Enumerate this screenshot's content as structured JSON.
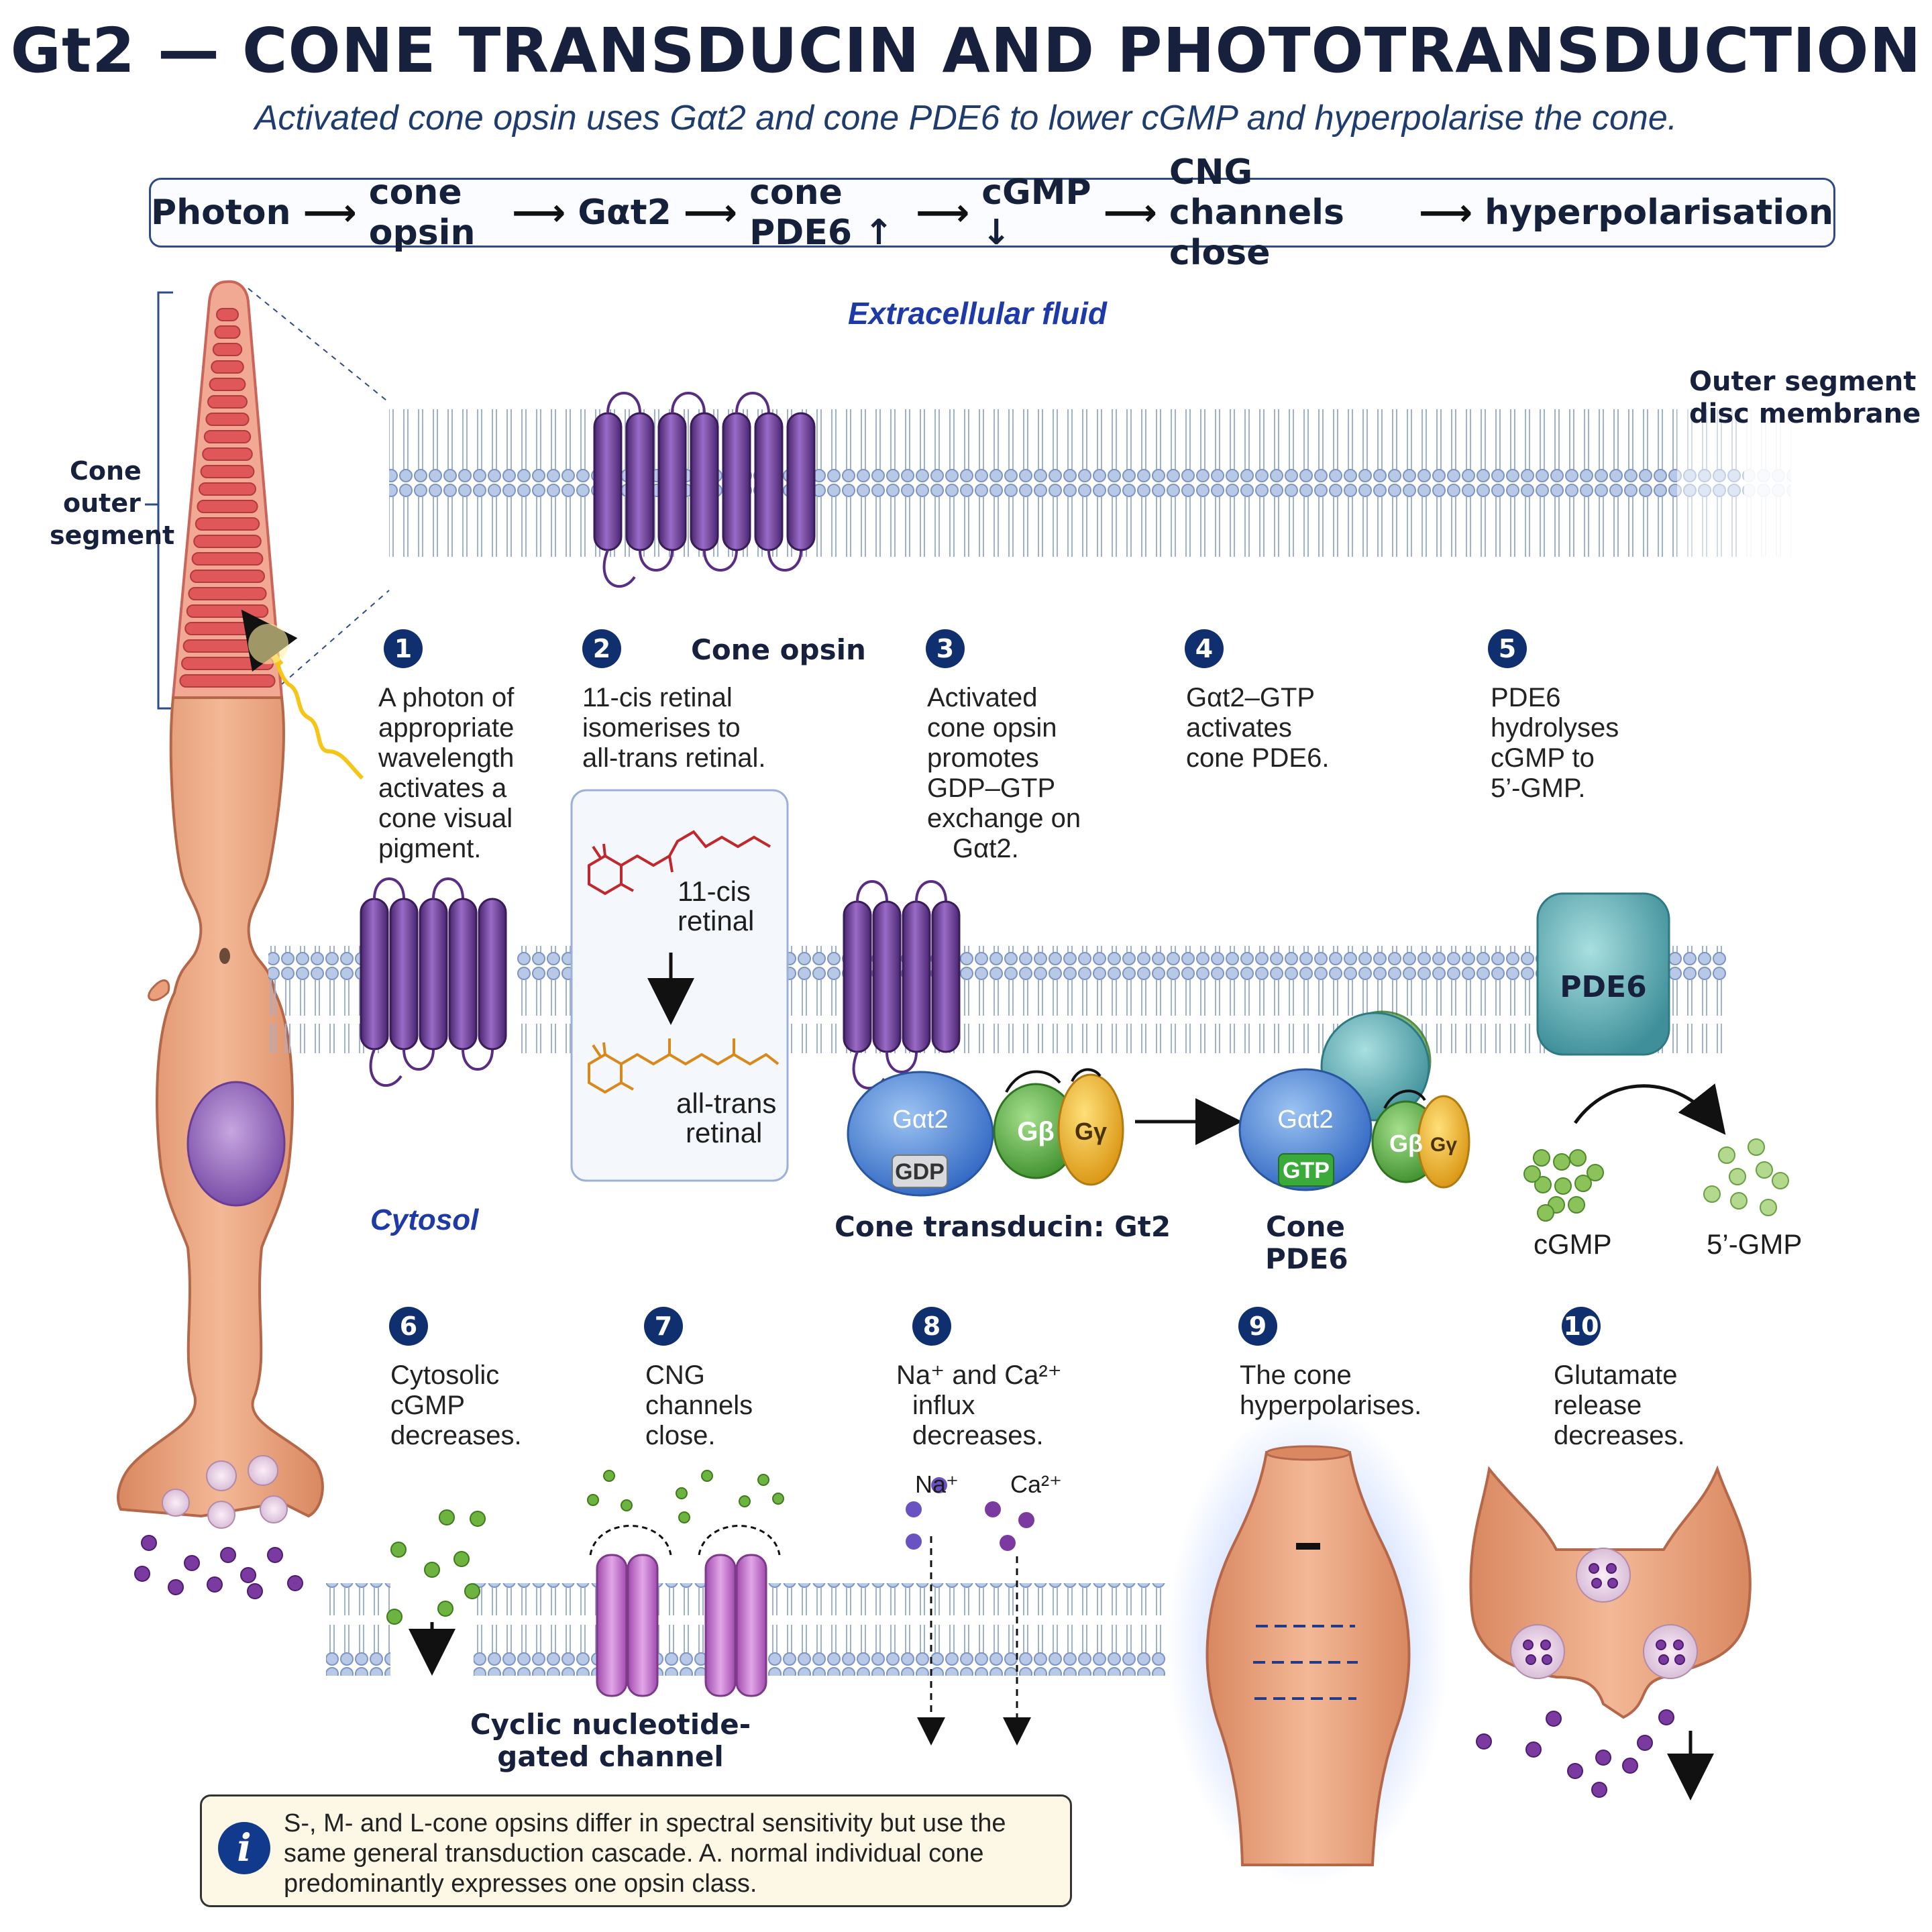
{
  "title": "Gt2 — CONE TRANSDUCIN AND PHOTOTRANSDUCTION",
  "subtitle": "Activated cone opsin uses Gαt2 and cone PDE6 to lower cGMP and hyperpolarise the cone.",
  "flow": [
    "Photon",
    "cone opsin",
    "Gαt2",
    "cone PDE6 ↑",
    "cGMP ↓",
    "CNG channels close",
    "hyperpolarisation"
  ],
  "flow_arrow": "⟶",
  "labels": {
    "extracellular": "Extracellular fluid",
    "disc_membrane_1": "Outer segment",
    "disc_membrane_2": "disc membrane",
    "cone_outer_1": "Cone",
    "cone_outer_2": "outer",
    "cone_outer_3": "segment",
    "cone_opsin": "Cone opsin",
    "cytosol": "Cytosol",
    "transducin": "Cone transducin: Gt2",
    "cone_pde6_1": "Cone",
    "cone_pde6_2": "PDE6",
    "pde6": "PDE6",
    "cgmp": "cGMP",
    "gmp5": "5’-GMP",
    "cis_1": "11-cis",
    "cis_2": "retinal",
    "trans_1": "all-trans",
    "trans_2": "retinal",
    "galpha": "Gαt2",
    "gbeta": "Gβ",
    "ggamma": "Gγ",
    "gdp": "GDP",
    "gtp": "GTP",
    "cng_1": "Cyclic nucleotide-",
    "cng_2": "gated channel",
    "na": "Na⁺",
    "ca": "Ca²⁺",
    "minus": "−"
  },
  "steps": [
    {
      "n": "1",
      "text": [
        "A photon of",
        "appropriate",
        "wavelength",
        "activates a",
        "cone visual",
        "pigment."
      ]
    },
    {
      "n": "2",
      "text": [
        "11-cis retinal",
        "isomerises to",
        "all-trans retinal."
      ]
    },
    {
      "n": "3",
      "text": [
        "Activated",
        "cone opsin",
        "promotes",
        "GDP–GTP",
        "exchange on",
        "Gαt2."
      ]
    },
    {
      "n": "4",
      "text": [
        "Gαt2–GTP",
        "activates",
        "cone PDE6."
      ]
    },
    {
      "n": "5",
      "text": [
        "PDE6",
        "hydrolyses",
        "cGMP to",
        "5’-GMP."
      ]
    },
    {
      "n": "6",
      "text": [
        "Cytosolic",
        "cGMP",
        "decreases."
      ]
    },
    {
      "n": "7",
      "text": [
        "CNG",
        "channels",
        "close."
      ]
    },
    {
      "n": "8",
      "text": [
        "Na⁺ and Ca²⁺",
        "influx",
        "decreases."
      ]
    },
    {
      "n": "9",
      "text": [
        "The cone",
        "hyperpolarises."
      ]
    },
    {
      "n": "10",
      "text": [
        "Glutamate",
        "release",
        "decreases."
      ]
    }
  ],
  "note": "S-, M- and L-cone opsins differ in spectral sensitivity but use the same general transduction cascade. A. normal individual cone predominantly expresses one opsin class.",
  "note_icon": "i",
  "colors": {
    "navy": "#0f2f6e",
    "opsin": "#6a3d94",
    "galpha": "#4f86d6",
    "gbeta": "#5ab347",
    "ggamma": "#f0b323",
    "pde6": "#6fb9b0",
    "cng": "#c77fd0",
    "cell": "#e9a07b",
    "disc": "#d9534f",
    "cgmp_dot": "#6db33f",
    "glutamate_dot": "#7a3aa0",
    "membrane": "#9fb5dc"
  }
}
